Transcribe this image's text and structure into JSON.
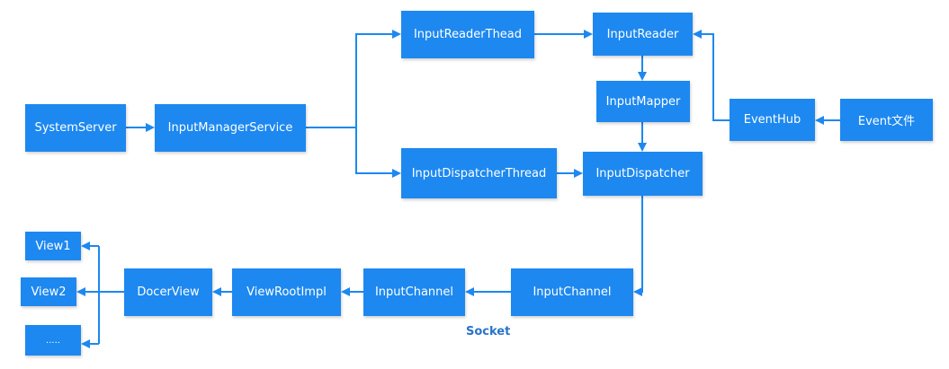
{
  "colors": {
    "node_fill": "#1d88f0",
    "edge": "#1d88f0",
    "label": "#2a73c9"
  },
  "nodes": {
    "system_server": "SystemServer",
    "input_manager_service": "InputManagerService",
    "input_reader_thread": "InputReaderThead",
    "input_reader": "InputReader",
    "input_mapper": "InputMapper",
    "event_hub": "EventHub",
    "event_file": "Event文件",
    "input_dispatcher_thread": "InputDispatcherThread",
    "input_dispatcher": "InputDispatcher",
    "input_channel_server": "InputChannel",
    "input_channel_client": "InputChannel",
    "view_root_impl": "ViewRootImpl",
    "docer_view": "DocerView",
    "view1": "View1",
    "view2": "View2",
    "view_more": "....."
  },
  "labels": {
    "socket": "Socket"
  }
}
